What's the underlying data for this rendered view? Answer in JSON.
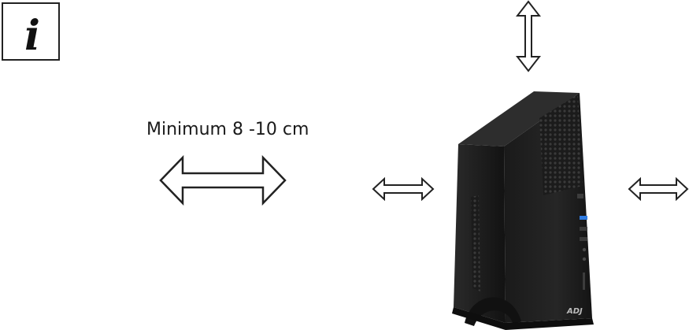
{
  "info_icon": {
    "glyph": "i",
    "name": "info-icon"
  },
  "clearance_label": "Minimum 8 -10 cm",
  "arrows": {
    "top": "vertical-double-arrow-icon",
    "left_large": "horizontal-double-arrow-icon",
    "left_small": "horizontal-double-arrow-icon",
    "right_small": "horizontal-double-arrow-icon"
  },
  "pc": {
    "brand": "ADJ",
    "name": "desktop-pc-tower"
  },
  "colors": {
    "outline": "#222222",
    "case": "#1c1c1c",
    "usb_blue": "#2f7be0"
  }
}
